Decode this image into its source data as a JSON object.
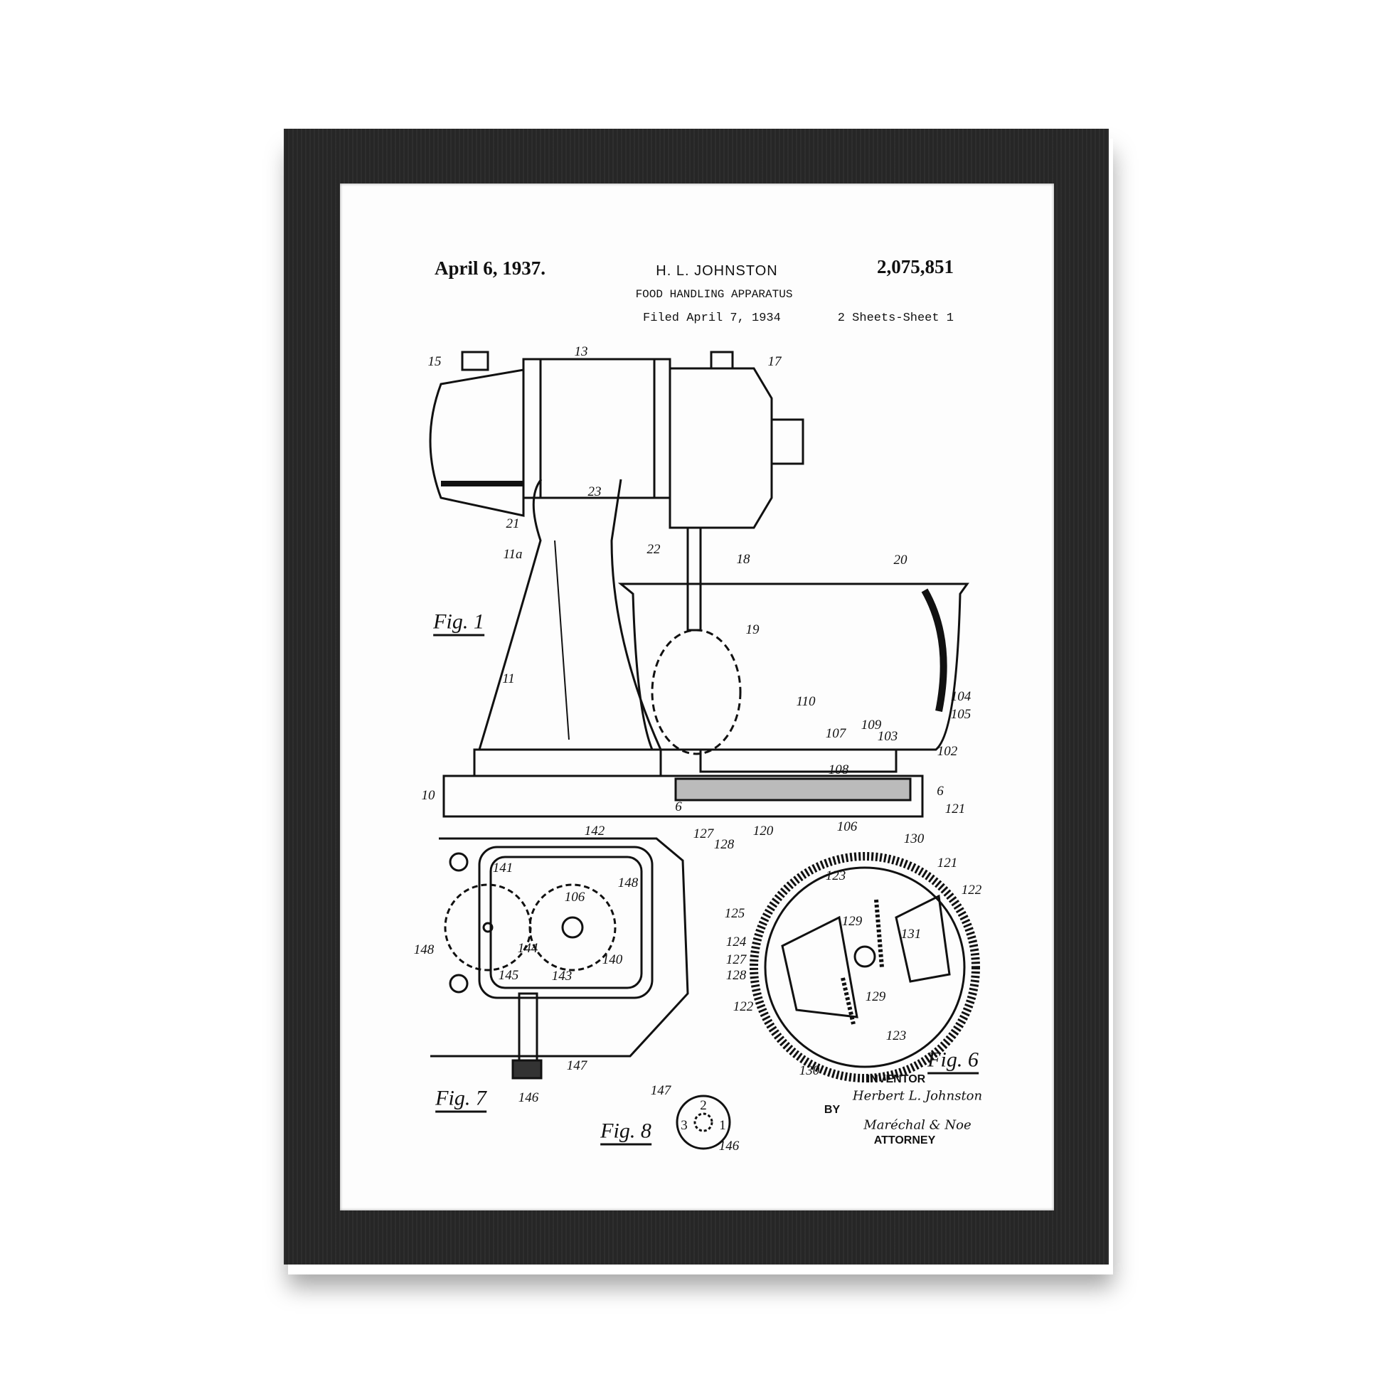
{
  "header": {
    "date": "April 6, 1937.",
    "inventor": "H. L. JOHNSTON",
    "patent_number": "2,075,851",
    "title": "FOOD HANDLING APPARATUS",
    "filed": "Filed April 7, 1934",
    "sheets": "2 Sheets-Sheet 1"
  },
  "figures": {
    "fig1": "Fig. 1",
    "fig6": "Fig. 6",
    "fig7": "Fig. 7",
    "fig8": "Fig. 8"
  },
  "signature_block": {
    "inventor_label": "INVENTOR",
    "inventor_signature": "Herbert L. Johnston",
    "by_label": "BY",
    "attorney_signature": "Maréchal & Noe",
    "attorney_label": "ATTORNEY"
  },
  "callouts": [
    "15",
    "13",
    "17",
    "23",
    "21",
    "11a",
    "22",
    "18",
    "20",
    "19",
    "11",
    "110",
    "104",
    "105",
    "107",
    "109",
    "103",
    "102",
    "108",
    "10",
    "6",
    "6",
    "121",
    "127",
    "128",
    "120",
    "106",
    "142",
    "130",
    "141",
    "106",
    "148",
    "121",
    "122",
    "123",
    "125",
    "129",
    "131",
    "124",
    "127",
    "128",
    "148",
    "144",
    "140",
    "145",
    "143",
    "129",
    "122",
    "123",
    "130",
    "147",
    "146",
    "147",
    "146",
    "3",
    "2",
    "1"
  ],
  "colors": {
    "frame": "#262626",
    "paper": "#fdfdfd",
    "ink": "#111111"
  }
}
